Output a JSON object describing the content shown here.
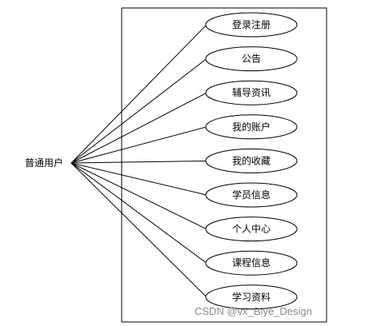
{
  "actor": {
    "label": "普通用户"
  },
  "use_cases": [
    {
      "label": "登录注册"
    },
    {
      "label": "公告"
    },
    {
      "label": "辅导资讯"
    },
    {
      "label": "我的账户"
    },
    {
      "label": "我的收藏"
    },
    {
      "label": "学员信息"
    },
    {
      "label": "个人中心"
    },
    {
      "label": "课程信息"
    },
    {
      "label": "学习资料"
    }
  ],
  "watermark": "CSDN @vx_Biye_Design"
}
